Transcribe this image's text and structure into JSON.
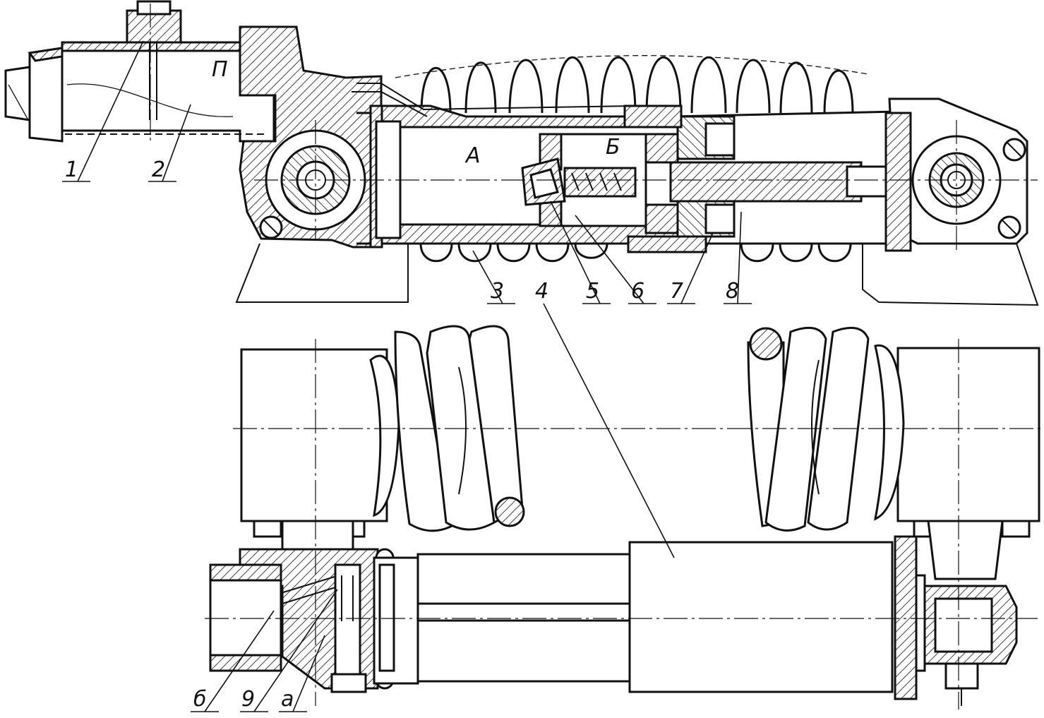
{
  "labels": {
    "part_1": "1",
    "part_2": "2",
    "part_3": "3",
    "part_4": "4",
    "part_5": "5",
    "part_6": "6",
    "part_7": "7",
    "part_8": "8",
    "part_9": "9",
    "cavity_p": "П",
    "cavity_a": "А",
    "cavity_b_top": "Б",
    "detail_b_bottom": "б",
    "detail_a_bottom": "а"
  }
}
